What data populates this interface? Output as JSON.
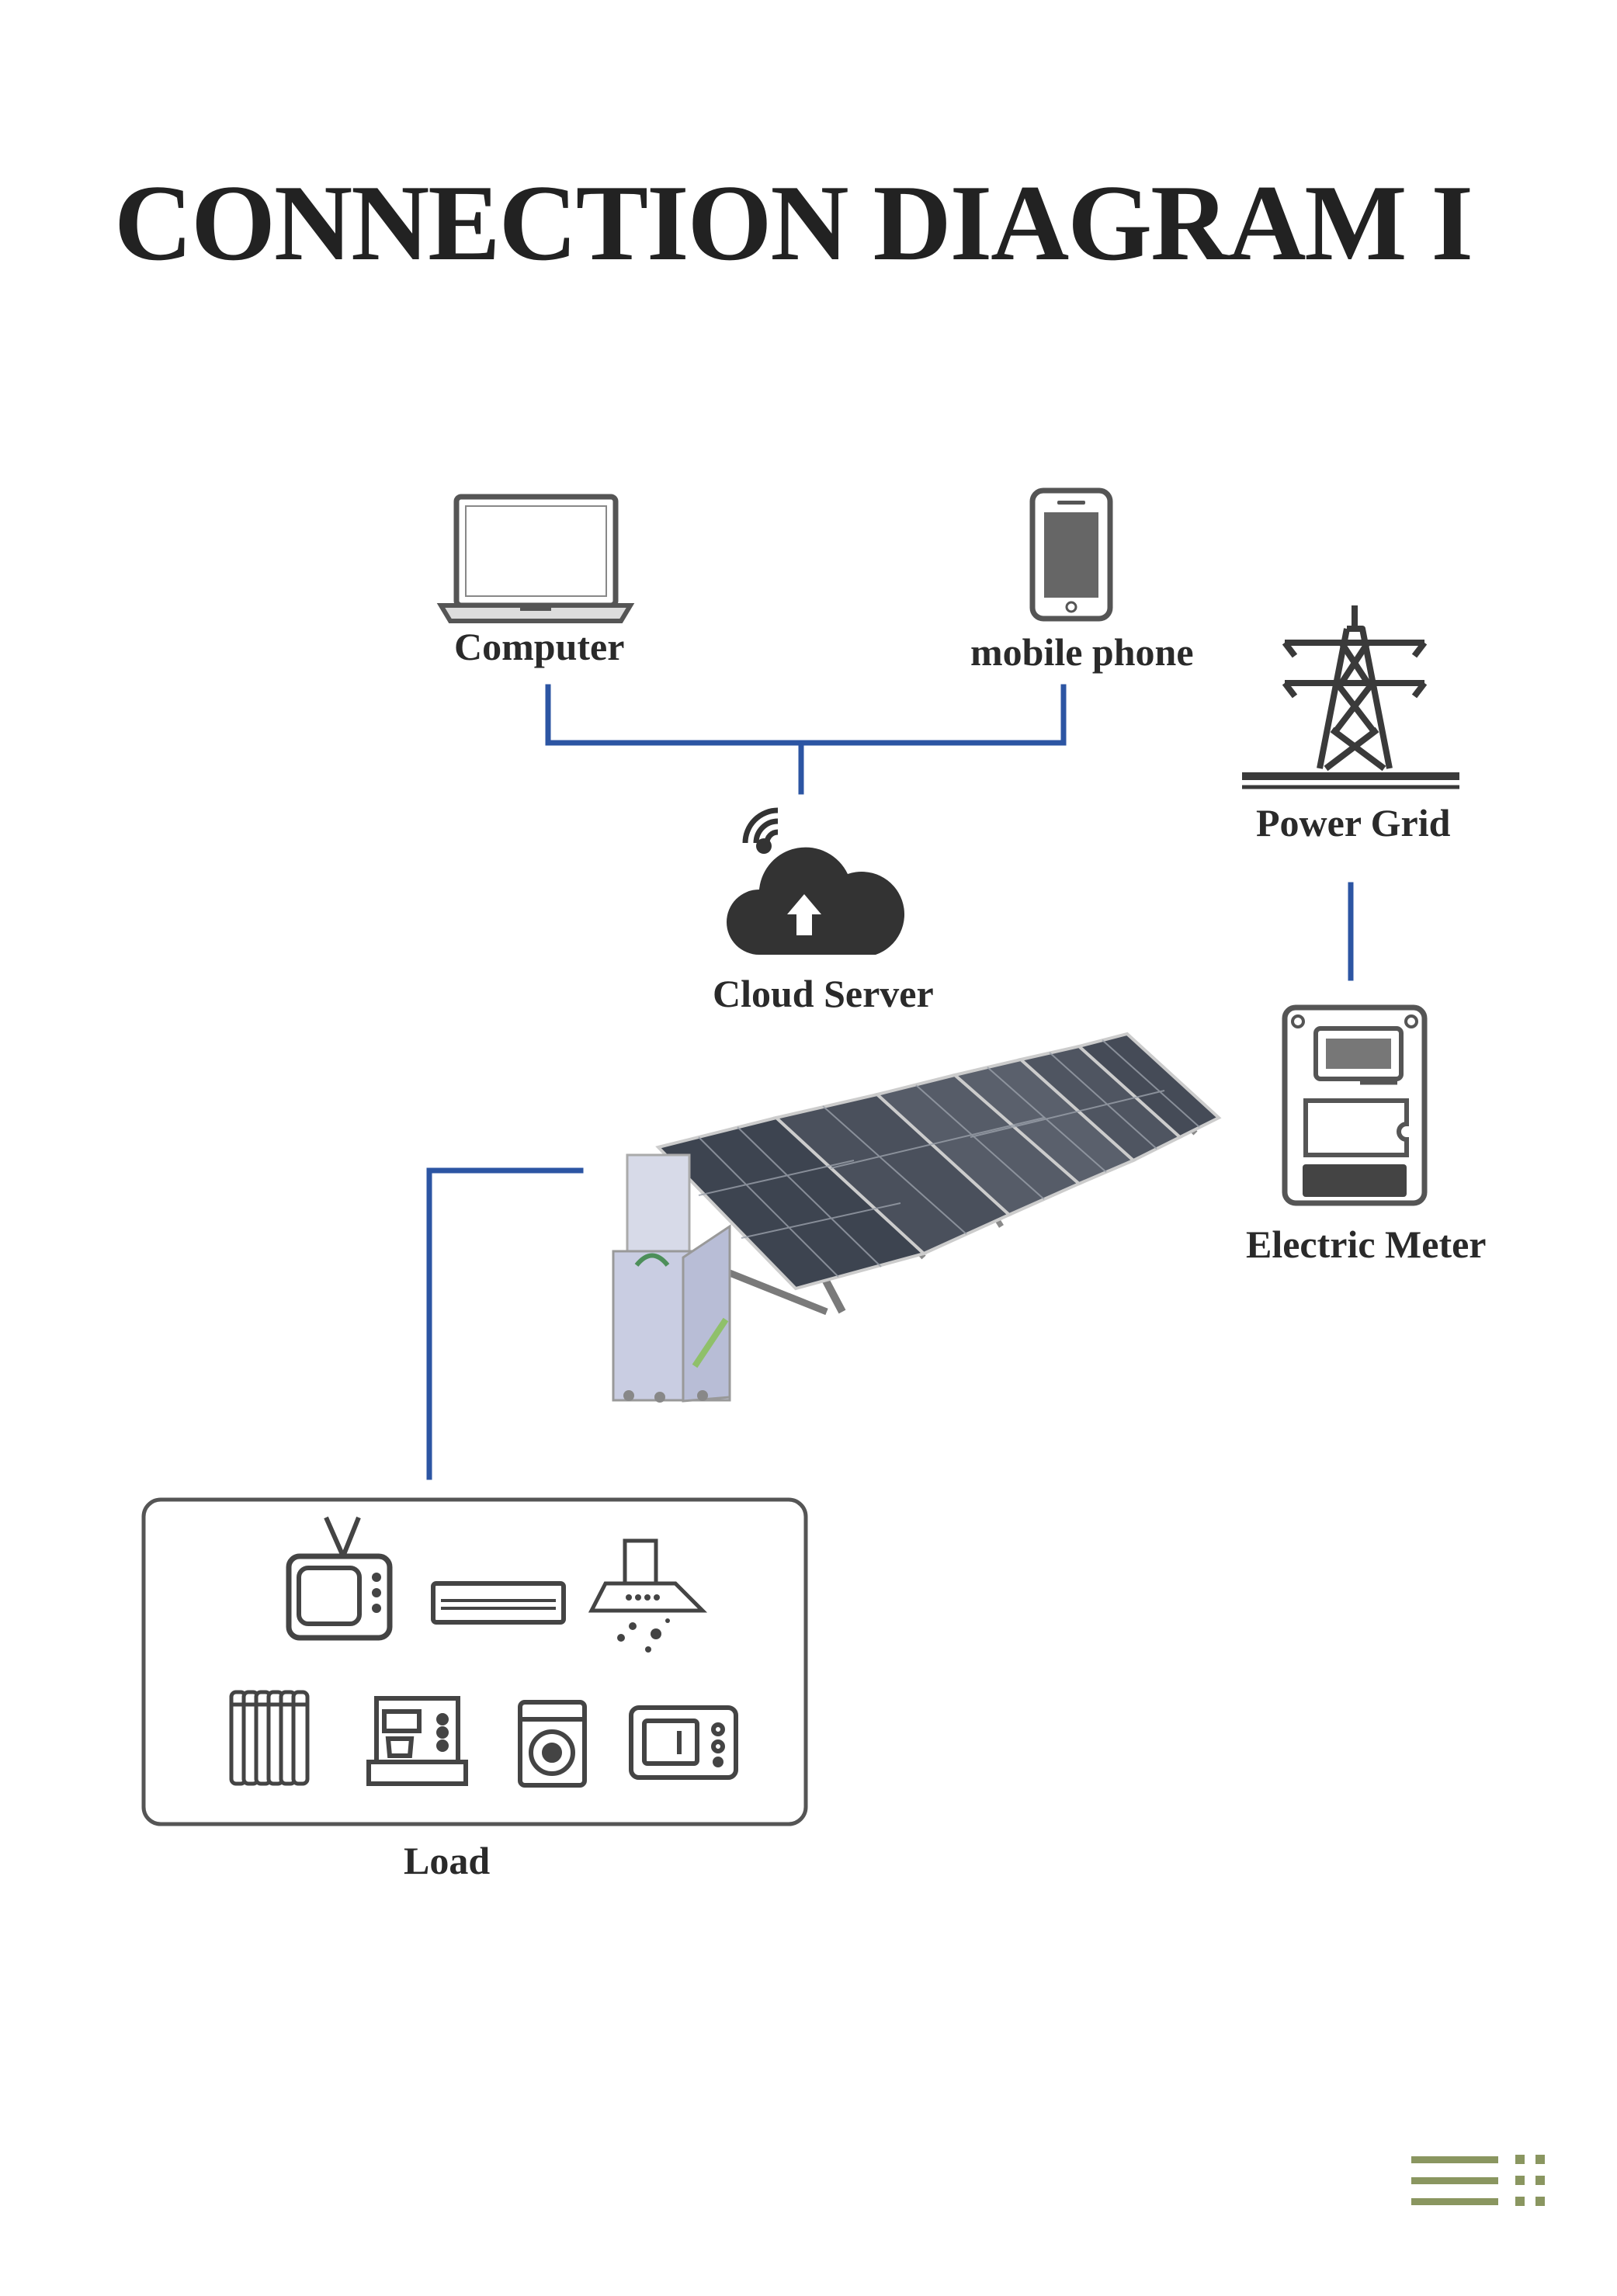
{
  "title": "CONNECTION DIAGRAM I",
  "nodes": {
    "computer": "Computer",
    "mobile_phone": "mobile phone",
    "power_grid": "Power Grid",
    "cloud_server": "Cloud Server",
    "electric_meter": "Electric Meter",
    "load": "Load"
  },
  "load_items": [
    "television-icon",
    "air-conditioner-icon",
    "range-hood-icon",
    "oil-heater-icon",
    "coffee-machine-icon",
    "washing-machine-icon",
    "microwave-icon"
  ],
  "colors": {
    "wire": "#2c55a3",
    "accent": "#8a9660",
    "text": "#2a2a2a"
  }
}
